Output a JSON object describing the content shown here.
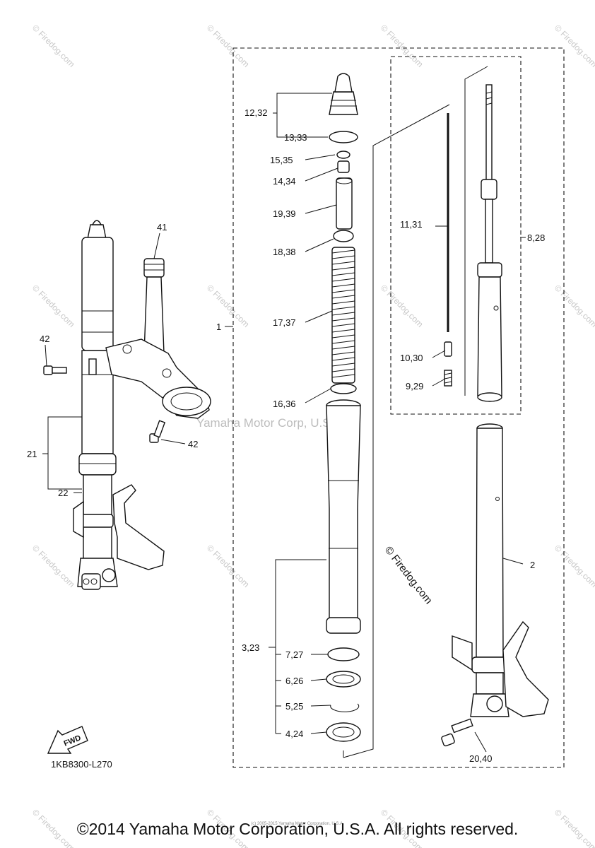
{
  "watermarks": {
    "corner": "© Firedog.com",
    "center": "Yamaha Motor Corp, U.S.A.",
    "diagonal": "© Firedog.com"
  },
  "diagram_code": "1KB8300-L270",
  "fwd_label": "FWD",
  "labels": {
    "l12_32": "12,32",
    "l13_33": "13,33",
    "l15_35": "15,35",
    "l14_34": "14,34",
    "l19_39": "19,39",
    "l18_38": "18,38",
    "l17_37": "17,37",
    "l1": "1",
    "l16_36": "16,36",
    "l3_23": "3,23",
    "l7_27": "7,27",
    "l6_26": "6,26",
    "l5_25": "5,25",
    "l4_24": "4,24",
    "l11_31": "11,31",
    "l8_28": "8,28",
    "l10_30": "10,30",
    "l9_29": "9,29",
    "l2": "2",
    "l20_40": "20,40",
    "l41": "41",
    "l42a": "42",
    "l42b": "42",
    "l21": "21",
    "l22": "22"
  },
  "copyright": "©2014 Yamaha Motor Corporation, U.S.A. All rights reserved.",
  "copyright_small": "(c) 2005-2015 Yamaha Motor Corporation, U.S.A."
}
